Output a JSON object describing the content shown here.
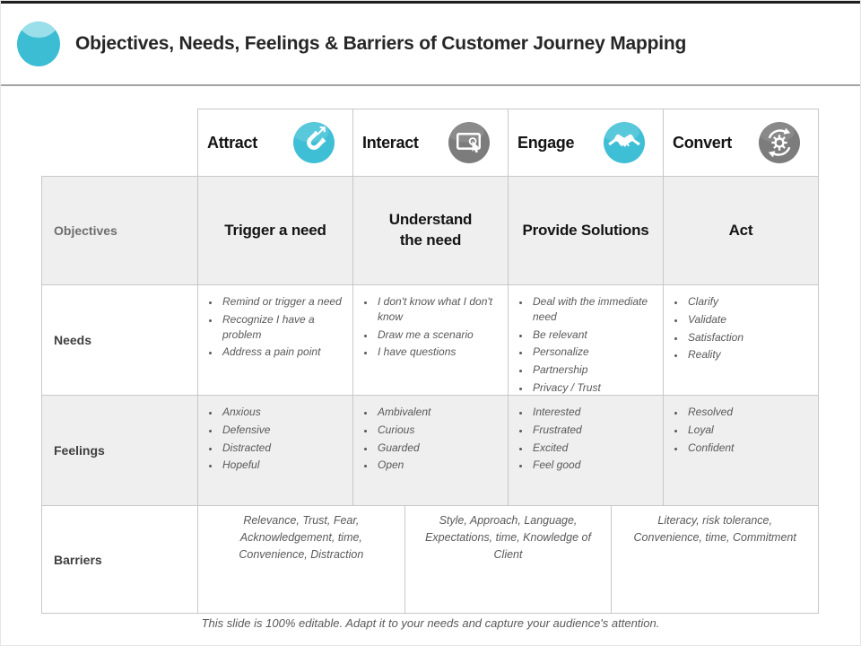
{
  "slide": {
    "title": "Objectives, Needs, Feelings & Barriers of Customer Journey Mapping",
    "footer_note": "This slide is 100% editable. Adapt it to your needs and capture your audience's attention."
  },
  "colors": {
    "teal": "#3EBFD5",
    "icon_gray": "#7C7C7C",
    "alt_row_bg": "#EFEFEF",
    "border": "#C8C8C8"
  },
  "table": {
    "stages": [
      {
        "label": "Attract",
        "icon": "magnet-icon",
        "icon_color": "#3EBFD5"
      },
      {
        "label": "Interact",
        "icon": "touch-screen-icon",
        "icon_color": "#7C7C7C"
      },
      {
        "label": "Engage",
        "icon": "handshake-icon",
        "icon_color": "#3EBFD5"
      },
      {
        "label": "Convert",
        "icon": "conversion-gear-icon",
        "icon_color": "#7C7C7C"
      }
    ],
    "rows": {
      "objectives": {
        "label": "Objectives",
        "values": [
          "Trigger a need",
          "Understand\nthe need",
          "Provide Solutions",
          "Act"
        ]
      },
      "needs": {
        "label": "Needs",
        "values": [
          [
            "Remind or trigger a need",
            "Recognize I have a problem",
            "Address a pain point"
          ],
          [
            "I don't know what I don't know",
            "Draw me a scenario",
            "I have questions"
          ],
          [
            "Deal with the immediate need",
            "Be relevant",
            "Personalize",
            "Partnership",
            "Privacy / Trust"
          ],
          [
            "Clarify",
            "Validate",
            "Satisfaction",
            "Reality"
          ]
        ]
      },
      "feelings": {
        "label": "Feelings",
        "values": [
          [
            "Anxious",
            "Defensive",
            "Distracted",
            "Hopeful"
          ],
          [
            "Ambivalent",
            "Curious",
            "Guarded",
            "Open"
          ],
          [
            "Interested",
            "Frustrated",
            "Excited",
            "Feel good"
          ],
          [
            "Resolved",
            "Loyal",
            "Confident"
          ]
        ]
      },
      "barriers": {
        "label": "Barriers",
        "values": [
          "Relevance, Trust, Fear, Acknowledgement, time, Convenience, Distraction",
          "Style, Approach, Language, Expectations, time, Knowledge of Client",
          "Literacy, risk tolerance, Convenience, time, Commitment"
        ]
      }
    }
  }
}
